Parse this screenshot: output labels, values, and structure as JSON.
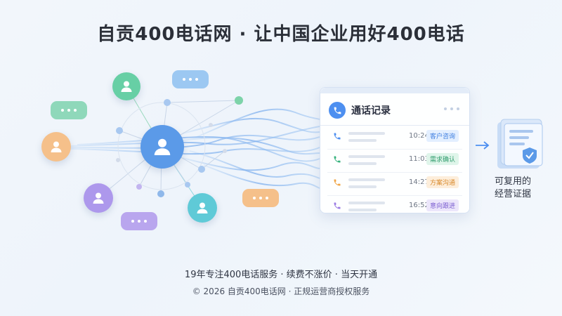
{
  "headline": "自贡400电话网 · 让中国企业用好400电话",
  "card": {
    "title": "通话记录",
    "calls": [
      {
        "time": "10:24",
        "tag": "客户咨询",
        "phone_color": "#4d8ff0",
        "tag_bg": "#e3efff",
        "tag_color": "#3f7fe0"
      },
      {
        "time": "11:03",
        "tag": "需求确认",
        "phone_color": "#37b37e",
        "tag_bg": "#dff5ea",
        "tag_color": "#2f9c6c"
      },
      {
        "time": "14:27",
        "tag": "方案沟通",
        "phone_color": "#f0a546",
        "tag_bg": "#fdeedb",
        "tag_color": "#d98a2c"
      },
      {
        "time": "16:52",
        "tag": "意向跟进",
        "phone_color": "#9b7be3",
        "tag_bg": "#ece6fb",
        "tag_color": "#7b5ed0"
      }
    ]
  },
  "document": {
    "label_line1": "可复用的",
    "label_line2": "经营证据",
    "icon": "document-shield-icon"
  },
  "footer": {
    "tagline": "19年专注400电话服务 · 续费不涨价 · 当天开通",
    "copyright": "© 2026 自贡400电话网 · 正规运营商授权服务"
  },
  "colors": {
    "hub": "#5b9ae8",
    "green": "#67cfa5",
    "teal": "#5fcad7",
    "orange": "#f5c08a",
    "purple": "#ad98ec",
    "blue_bubble": "#8ec0f2",
    "accent": "#4d8ff0"
  }
}
